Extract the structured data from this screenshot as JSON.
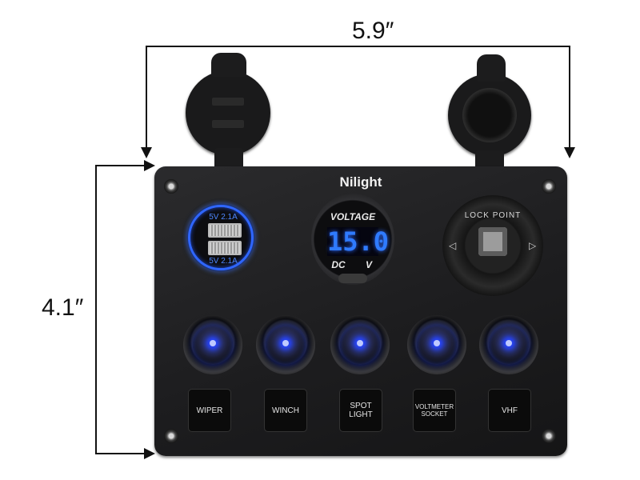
{
  "dimensions": {
    "width_label": "5.9″",
    "height_label": "4.1″"
  },
  "brand": "Nilight",
  "usb": {
    "port1_label": "5V 2.1A",
    "port2_label": "5V 2.1A"
  },
  "voltmeter": {
    "title": "VOLTAGE",
    "reading": "15.0",
    "left_unit": "DC",
    "right_unit": "V"
  },
  "lighter_socket": {
    "ring_text": "LOCK POINT"
  },
  "switches": [
    {
      "label": "WIPER"
    },
    {
      "label": "WINCH"
    },
    {
      "label": "SPOT LIGHT"
    },
    {
      "label": "VOLTMETER SOCKET"
    },
    {
      "label": "VHF"
    }
  ],
  "colors": {
    "led": "#2846ff",
    "panel": "#1d1d1f",
    "usb_ring": "#2f66ff",
    "digits": "#2f7bff"
  },
  "icons": [
    "rocker-switch-led",
    "usb-port",
    "cigarette-lighter-socket",
    "voltmeter-display",
    "screw"
  ]
}
